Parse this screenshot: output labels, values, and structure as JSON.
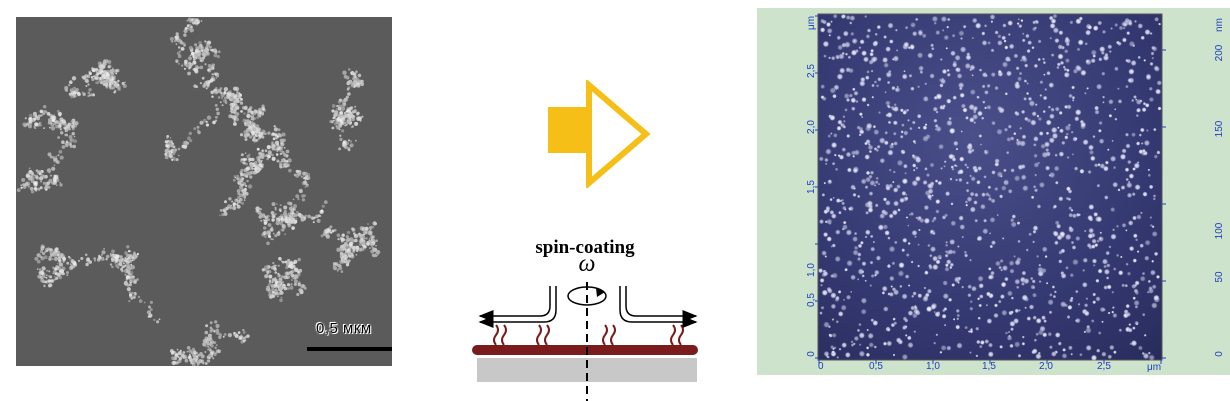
{
  "sem_image": {
    "scale_bar_label": "0,5 мкм"
  },
  "process": {
    "label": "spin-coating",
    "omega": "ω",
    "arrow_color": "#f6bf17",
    "substrate_color": "#7a1c1c"
  },
  "afm_image": {
    "x_ticks": [
      "0",
      "0,5",
      "1,0",
      "1,5",
      "2,0",
      "2,5"
    ],
    "x_unit": "μm",
    "y_ticks": [
      "0",
      "0,5",
      "1,0",
      "1,5",
      "2,0",
      "2,5"
    ],
    "y_unit": "μm",
    "z_ticks": [
      "0",
      "50",
      "100",
      "150",
      "200"
    ],
    "z_unit": "nm",
    "frame_color": "#cde3cc",
    "tick_color": "#1f3fbf"
  }
}
